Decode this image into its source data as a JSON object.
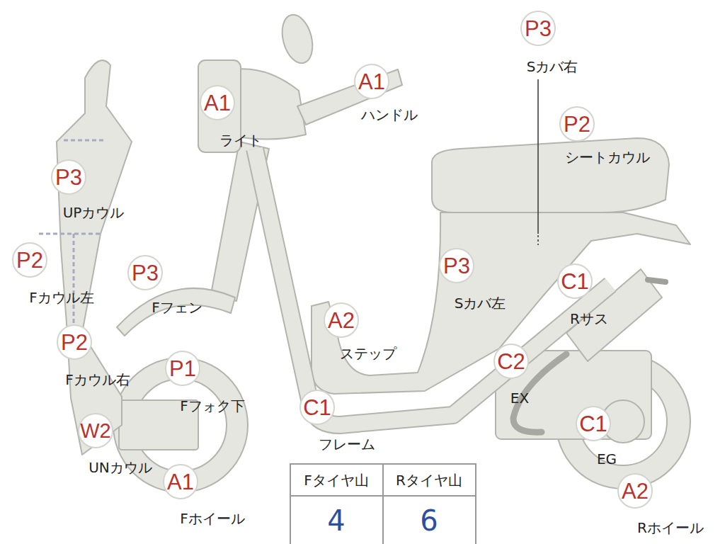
{
  "diagram": {
    "nodes": [
      {
        "text": [
          "P3",
          "Sカバ右"
        ]
      },
      {
        "text": [
          "A1",
          "ライト"
        ]
      },
      {
        "text": [
          "A1",
          "ハンドル"
        ]
      },
      {
        "text": [
          "P2",
          "シートカウル"
        ]
      },
      {
        "text": [
          "P3",
          "UPカウル"
        ]
      },
      {
        "text": [
          "P2",
          "Fカウル左"
        ]
      },
      {
        "text": [
          "P3",
          "Fフェン"
        ]
      },
      {
        "text": [
          "P3",
          "Sカバ左"
        ]
      },
      {
        "text": [
          "C1",
          "Rサス"
        ]
      },
      {
        "text": [
          "A2",
          "ステップ"
        ]
      },
      {
        "text": [
          "P2",
          "Fカウル右"
        ]
      },
      {
        "text": [
          "P1",
          "Fフォク下"
        ]
      },
      {
        "text": [
          "C2",
          "EX"
        ]
      },
      {
        "text": [
          "C1",
          "フレーム"
        ]
      },
      {
        "text": [
          "W2",
          "UNカウル"
        ]
      },
      {
        "text": [
          "C1",
          "EG"
        ]
      },
      {
        "text": [
          "A1",
          "Fホイール"
        ]
      },
      {
        "text": [
          "A2",
          "Rホイール"
        ]
      }
    ],
    "labels": [
      "Fタイヤ山",
      "Rタイヤ山",
      "4",
      "6"
    ]
  }
}
